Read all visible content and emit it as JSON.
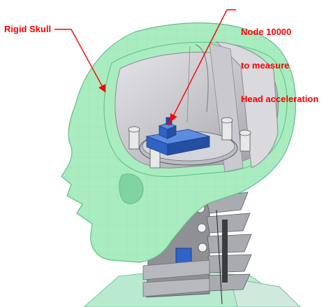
{
  "annotations": {
    "rigid_skull": "Rigid Skull",
    "node_line1": "Node 10000",
    "node_line2": "to measure",
    "node_line3": "Head acceleration"
  },
  "colors": {
    "skin_green": "#a8ecc0",
    "skin_green_dark": "#7fd39f",
    "skull_interior_grey": "#c8c8cc",
    "platform_grey": "#b9bcc4",
    "sensor_blue": "#2f63c8",
    "neck_grey": "#9a9ca2",
    "callout_red": "#ff0000"
  }
}
